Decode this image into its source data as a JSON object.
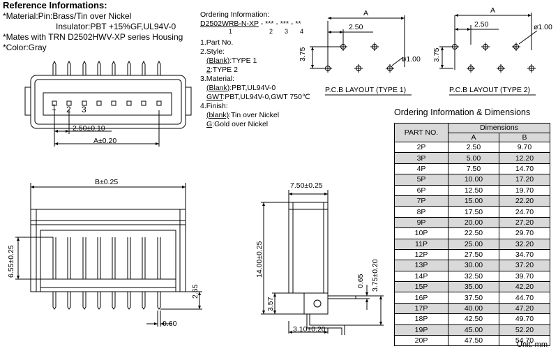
{
  "reference": {
    "title": "Reference Informations:",
    "lines": [
      "*Material:Pin:Brass/Tin over Nickel",
      "Insulator:PBT +15%GF,UL94V-0",
      "*Mates with TRN D2502HWV-XP series Housing",
      "*Color:Gray"
    ]
  },
  "ordering": {
    "title": "Ordering Information:",
    "code": "D2502WRB-N-XP",
    "code_parts": [
      "- ***",
      "- ***",
      "- **"
    ],
    "code_numbers": [
      "1",
      "2",
      "3",
      "4"
    ],
    "items": {
      "part_no": "1.Part No.",
      "style": "2.Style:",
      "style_blank_key": "(Blank)",
      "style_blank_val": ":TYPE 1",
      "style_2_key": "2",
      "style_2_val": ":TYPE 2",
      "material": "3.Material:",
      "mat_blank_key": "(Blank)",
      "mat_blank_val": ":PBT,UL94V-0",
      "mat_gwt_key": "GWT",
      "mat_gwt_val": ":PBT,UL94V-0,GWT 750℃",
      "finish": "4.Finish:",
      "fin_blank_key": "(blank)",
      "fin_blank_val": ":Tin over Nickel",
      "fin_g_key": "G",
      "fin_g_val": ":Gold over Nickel"
    }
  },
  "pcb_type1": {
    "title": "P.C.B LAYOUT (TYPE 1)",
    "dim_a": "A",
    "dim_pitch": "2.50",
    "dim_height": "3.75",
    "dim_hole": "ø1.00"
  },
  "pcb_type2": {
    "title": "P.C.B LAYOUT (TYPE 2)",
    "dim_a": "A",
    "dim_pitch": "2.50",
    "dim_height": "3.75",
    "dim_hole": "ø1.00"
  },
  "top_view": {
    "pin_numbers": [
      "1",
      "2",
      "3"
    ],
    "dim_pitch": "2.50±0.10",
    "dim_a": "A±0.20"
  },
  "front_view": {
    "dim_b": "B±0.25",
    "dim_height": "6.55±0.25",
    "dim_tail": "2.65",
    "dim_pin": "0.60"
  },
  "side_view": {
    "dim_width": "7.50±0.25",
    "dim_height": "14.00±0.25",
    "dim_pin": "0.65",
    "dim_pin_h": "3.75±0.20",
    "dim_tail": "3.57",
    "dim_bottom": "3.10±0.20"
  },
  "table": {
    "title": "Ordering Information & Dimensions",
    "header_part": "PART NO.",
    "header_dims": "Dimensions",
    "col_a": "A",
    "col_b": "B",
    "rows": [
      [
        "2P",
        "2.50",
        "9.70"
      ],
      [
        "3P",
        "5.00",
        "12.20"
      ],
      [
        "4P",
        "7.50",
        "14.70"
      ],
      [
        "5P",
        "10.00",
        "17.20"
      ],
      [
        "6P",
        "12.50",
        "19.70"
      ],
      [
        "7P",
        "15.00",
        "22.20"
      ],
      [
        "8P",
        "17.50",
        "24.70"
      ],
      [
        "9P",
        "20.00",
        "27.20"
      ],
      [
        "10P",
        "22.50",
        "29.70"
      ],
      [
        "11P",
        "25.00",
        "32.20"
      ],
      [
        "12P",
        "27.50",
        "34.70"
      ],
      [
        "13P",
        "30.00",
        "37.20"
      ],
      [
        "14P",
        "32.50",
        "39.70"
      ],
      [
        "15P",
        "35.00",
        "42.20"
      ],
      [
        "16P",
        "37.50",
        "44.70"
      ],
      [
        "17P",
        "40.00",
        "47.20"
      ],
      [
        "18P",
        "42.50",
        "49.70"
      ],
      [
        "19P",
        "45.00",
        "52.20"
      ],
      [
        "20P",
        "47.50",
        "54.70"
      ]
    ],
    "unit": "Unit: mm"
  }
}
